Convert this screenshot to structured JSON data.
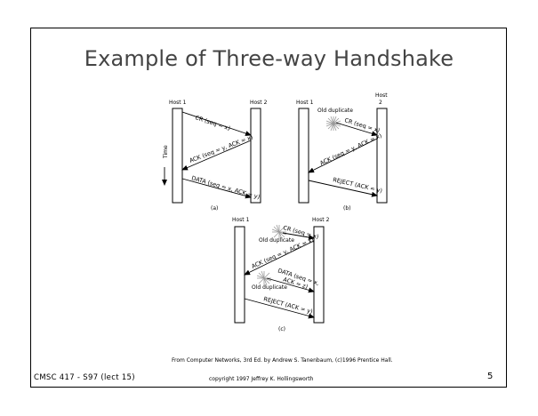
{
  "slide": {
    "title": "Example of Three-way Handshake",
    "credit": "From Computer Networks, 3rd Ed. by Andrew S. Tanenbaum, (c)1996 Prentice Hall.",
    "footer_left": "CMSC 417 - S97 (lect 15)",
    "footer_center": "copyright 1997 Jeffrey K. Hollingsworth",
    "page_number": "5"
  },
  "panel_a": {
    "host1": "Host 1",
    "host2": "Host 2",
    "time_label": "Time",
    "msg1": "CR (seq = x)",
    "msg2": "ACK (seq = y, ACK = x)",
    "msg3": "DATA (seq = x, ACK = y)",
    "caption": "(a)"
  },
  "panel_b": {
    "host1": "Host 1",
    "host2_line1": "Host",
    "host2_line2": "2",
    "old_duplicate": "Old duplicate",
    "msg1": "CR (seq = x)",
    "msg2": "ACK (seq = y, ACK = x)",
    "msg3": "REJECT (ACK = y)",
    "caption": "(b)"
  },
  "panel_c": {
    "host1": "Host 1",
    "host2": "Host 2",
    "old_duplicate_1": "Old duplicate",
    "old_duplicate_2": "Old duplicate",
    "msg1": "CR (seq = x)",
    "msg2": "ACK (seq = y, ACK = x)",
    "msg3_line1": "DATA (seq = x,",
    "msg3_line2": "ACK = z)",
    "msg4": "REJECT (ACK = y)",
    "caption": "(c)"
  }
}
